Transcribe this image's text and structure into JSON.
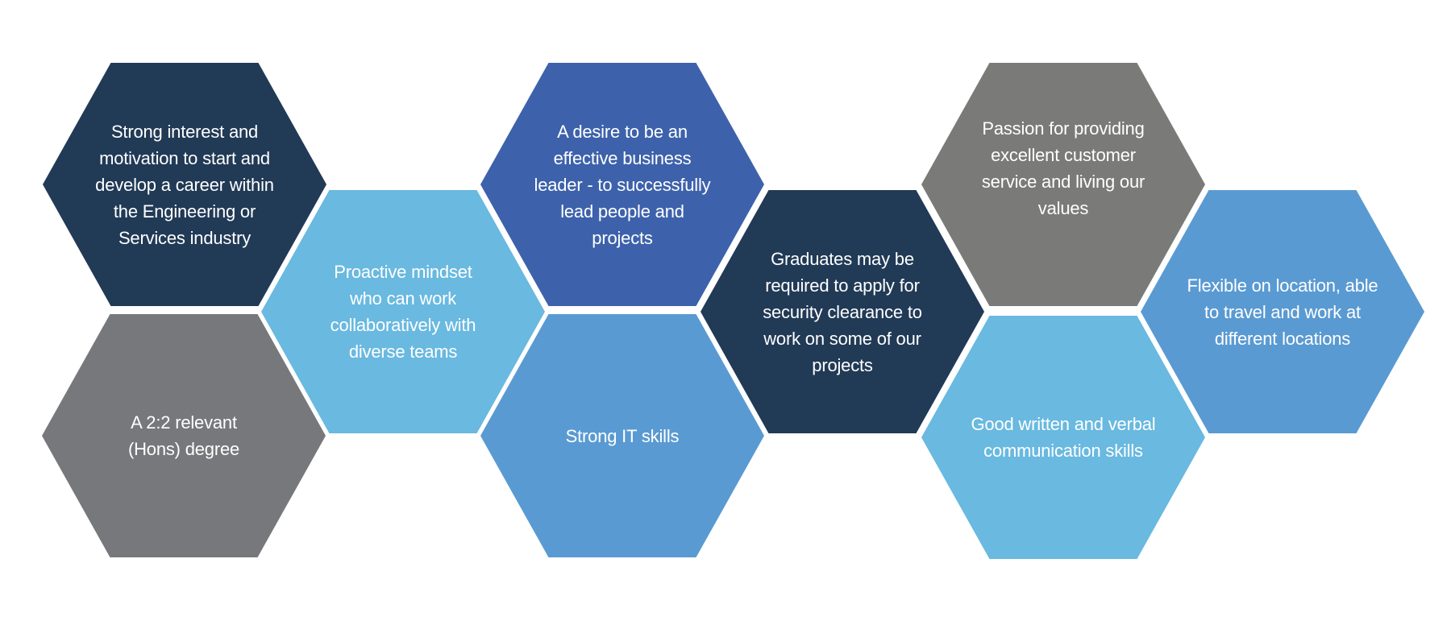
{
  "hexagons": [
    {
      "text": "Strong interest and motivation to start and develop a career within the Engineering or Services industry",
      "color": "#213a56"
    },
    {
      "text": "A 2:2 relevant (Hons) degree",
      "color": "#77787b"
    },
    {
      "text": "Proactive mindset who can work collaboratively with diverse teams",
      "color": "#69b9e0"
    },
    {
      "text": "A desire to be an effective business leader - to successfully lead people and projects",
      "color": "#3d62ab"
    },
    {
      "text": "Strong IT skills",
      "color": "#5a9ad2"
    },
    {
      "text": "Graduates may be required to apply for security clearance to work on some of our projects",
      "color": "#213a56"
    },
    {
      "text": "Passion for providing excellent customer service and living our values",
      "color": "#7a7a78"
    },
    {
      "text": "Good written and verbal communication skills",
      "color": "#69b9e0"
    },
    {
      "text": "Flexible on location, able to travel and work at different locations",
      "color": "#5a9ad2"
    }
  ]
}
